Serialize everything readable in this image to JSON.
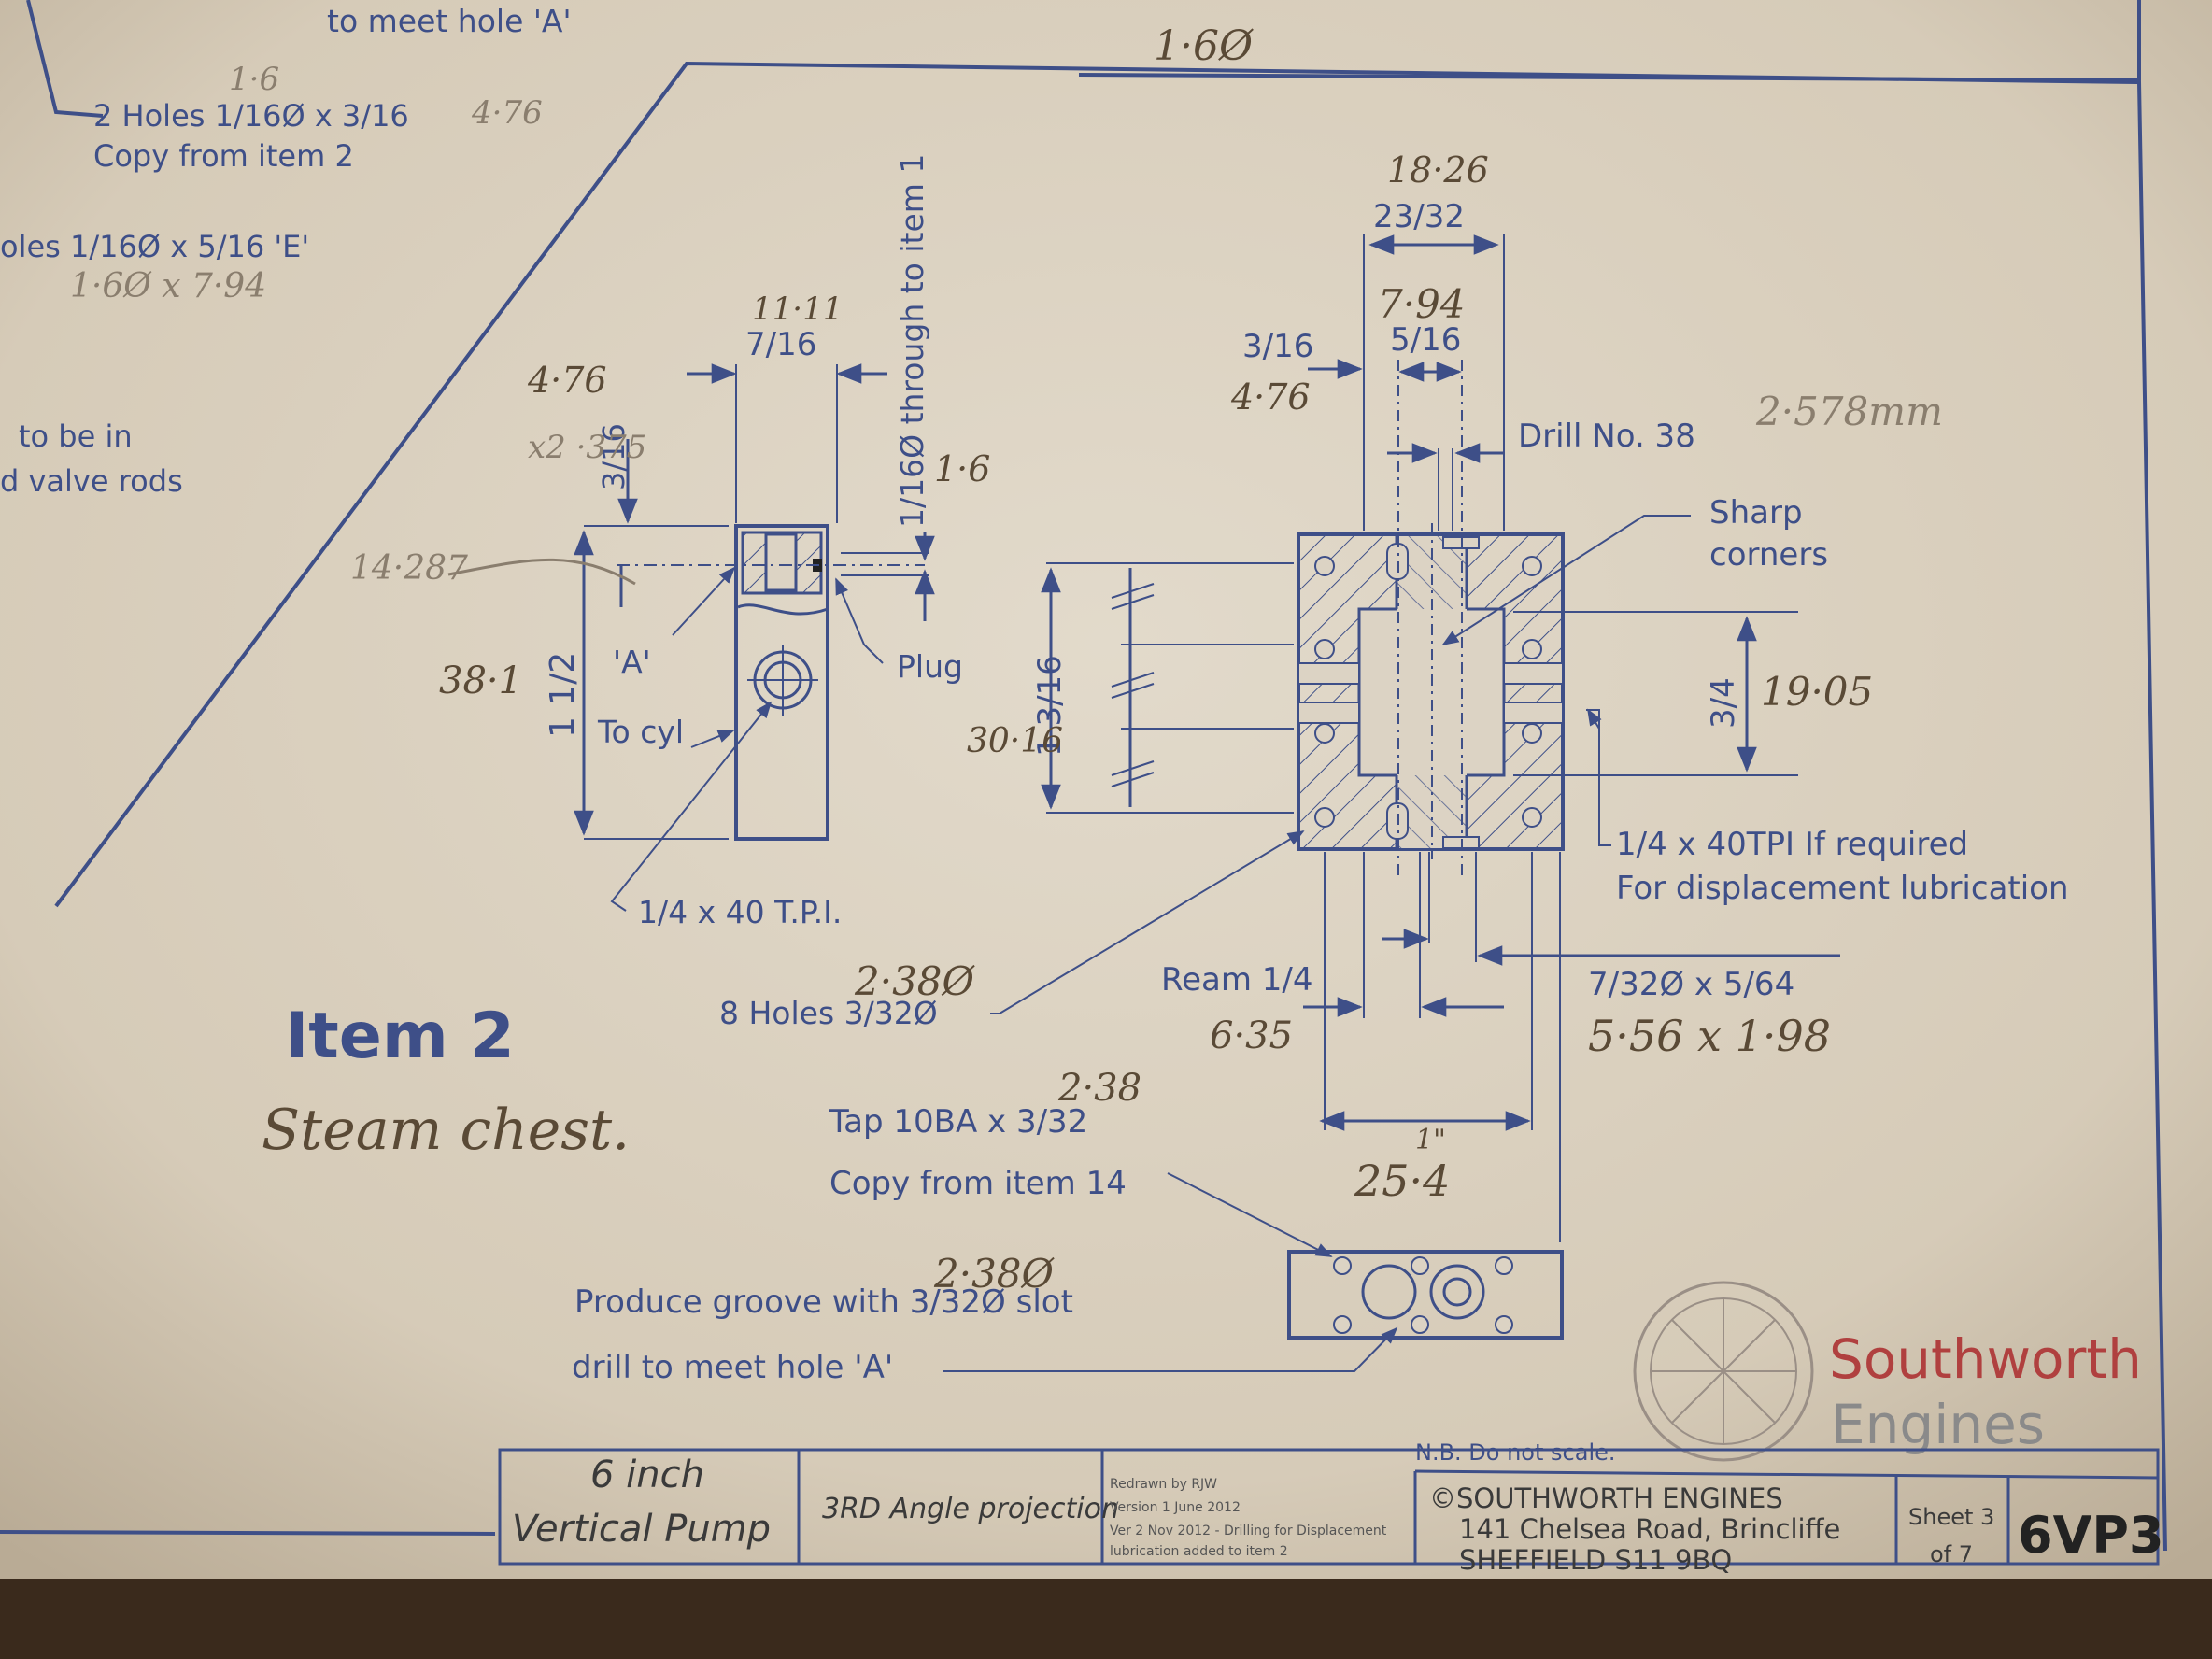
{
  "item": {
    "title": "Item 2",
    "handwritten_name": "Steam chest."
  },
  "top_notes": {
    "partial_top": "to meet hole 'A'",
    "top_center_hand": "1·6Ø",
    "holes_hand": "1·6",
    "holes_line1": "2 Holes 1/16Ø x 3/16",
    "holes_line1_hand": "4·76",
    "holes_line2": "Copy from item 2",
    "holes_e": "oles 1/16Ø x 5/16 'E'",
    "holes_e_hand": "1·6Ø x 7·94",
    "left_note1": "to be in",
    "left_note2": "d valve rods"
  },
  "side_view": {
    "w_label": "7/16",
    "w_hand": "11·11",
    "h316_label": "3/16",
    "h316_hand1": "4·76",
    "h316_hand2": "x2 ·375",
    "through_label": "1/16Ø through to item 1",
    "through_hand": "1·6",
    "height_label": "1 1/2",
    "height_hand": "38·1",
    "a_label": "'A'",
    "cyl_label": "To cyl",
    "plug_label": "Plug",
    "tpi_label": "1/4 x 40 T.P.I.",
    "left_hand": "14·287"
  },
  "front_view": {
    "top_width": "23/32",
    "top_width_hand": "18·26",
    "inner_width": "5/16",
    "inner_width_hand": "7·94",
    "left_offset": "3/16",
    "left_offset_hand": "4·76",
    "drill": "Drill No. 38",
    "drill_hand": "2·578mm",
    "sharp1": "Sharp",
    "sharp2": "corners",
    "height": "1 3/16",
    "height_hand": "30·16",
    "right_height": "3/4",
    "right_height_hand": "19·05",
    "tpi1": "1/4 x 40TPI If required",
    "tpi2": "For displacement lubrication",
    "holes": "8 Holes 3/32Ø",
    "holes_hand": "2·38Ø",
    "ream": "Ream 1/4",
    "ream_hand": "6·35",
    "slot": "7/32Ø x 5/64",
    "slot_hand": "5·56 x 1·98",
    "width_in": "1\"",
    "width_hand": "25·4",
    "tap": "Tap 10BA x 3/32",
    "tap_hand": "2·38",
    "copy": "Copy from item 14"
  },
  "groove": {
    "line1": "Produce groove with 3/32Ø slot",
    "line1_hand": "2·38Ø",
    "line2": "drill to meet hole 'A'"
  },
  "logo": {
    "line1": "Southworth",
    "line2": "Engines"
  },
  "note_scale": "N.B. Do not scale.",
  "title_block": {
    "title1": "6 inch",
    "title2": "Vertical Pump",
    "projection": "3RD Angle projection",
    "rev1": "Redrawn by RJW",
    "rev2": "Version 1 June 2012",
    "rev3": "Ver 2 Nov 2012 - Drilling for Displacement",
    "rev4": "lubrication added to item 2",
    "addr1": "©SOUTHWORTH ENGINES",
    "addr2": "141 Chelsea Road, Brincliffe",
    "addr3": "SHEFFIELD S11 9BQ",
    "sheet1": "Sheet 3",
    "sheet2": "of 7",
    "drawing_no": "6VP3"
  },
  "colors": {
    "paper": "#dcd3c4",
    "ink": "#3e4f88",
    "pencil": "#5a4a36",
    "logo_red": "#b0403f"
  }
}
